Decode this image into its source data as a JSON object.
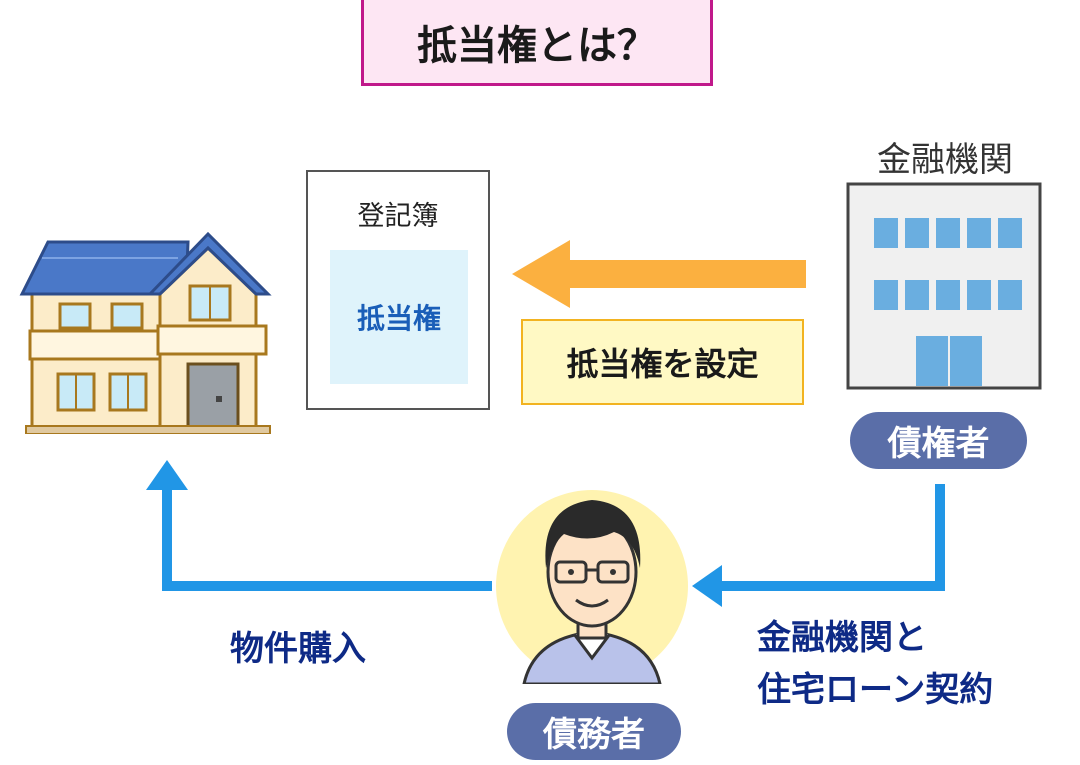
{
  "title": "抵当権とは？",
  "bank_label": "金融機関",
  "registry": {
    "title": "登記簿",
    "content": "抵当権"
  },
  "action_label": "抵当権を設定",
  "roles": {
    "creditor": "債権者",
    "debtor": "債務者"
  },
  "flows": {
    "purchase": "物件購入",
    "contract_line1": "金融機関と",
    "contract_line2": "住宅ローン契約"
  },
  "colors": {
    "arrow_orange": "#fbb040",
    "arrow_blue": "#2196e6",
    "pill": "#5a6ea8",
    "title_border": "#c0188a"
  },
  "icons": [
    "house-icon",
    "bank-building-icon",
    "person-icon"
  ]
}
